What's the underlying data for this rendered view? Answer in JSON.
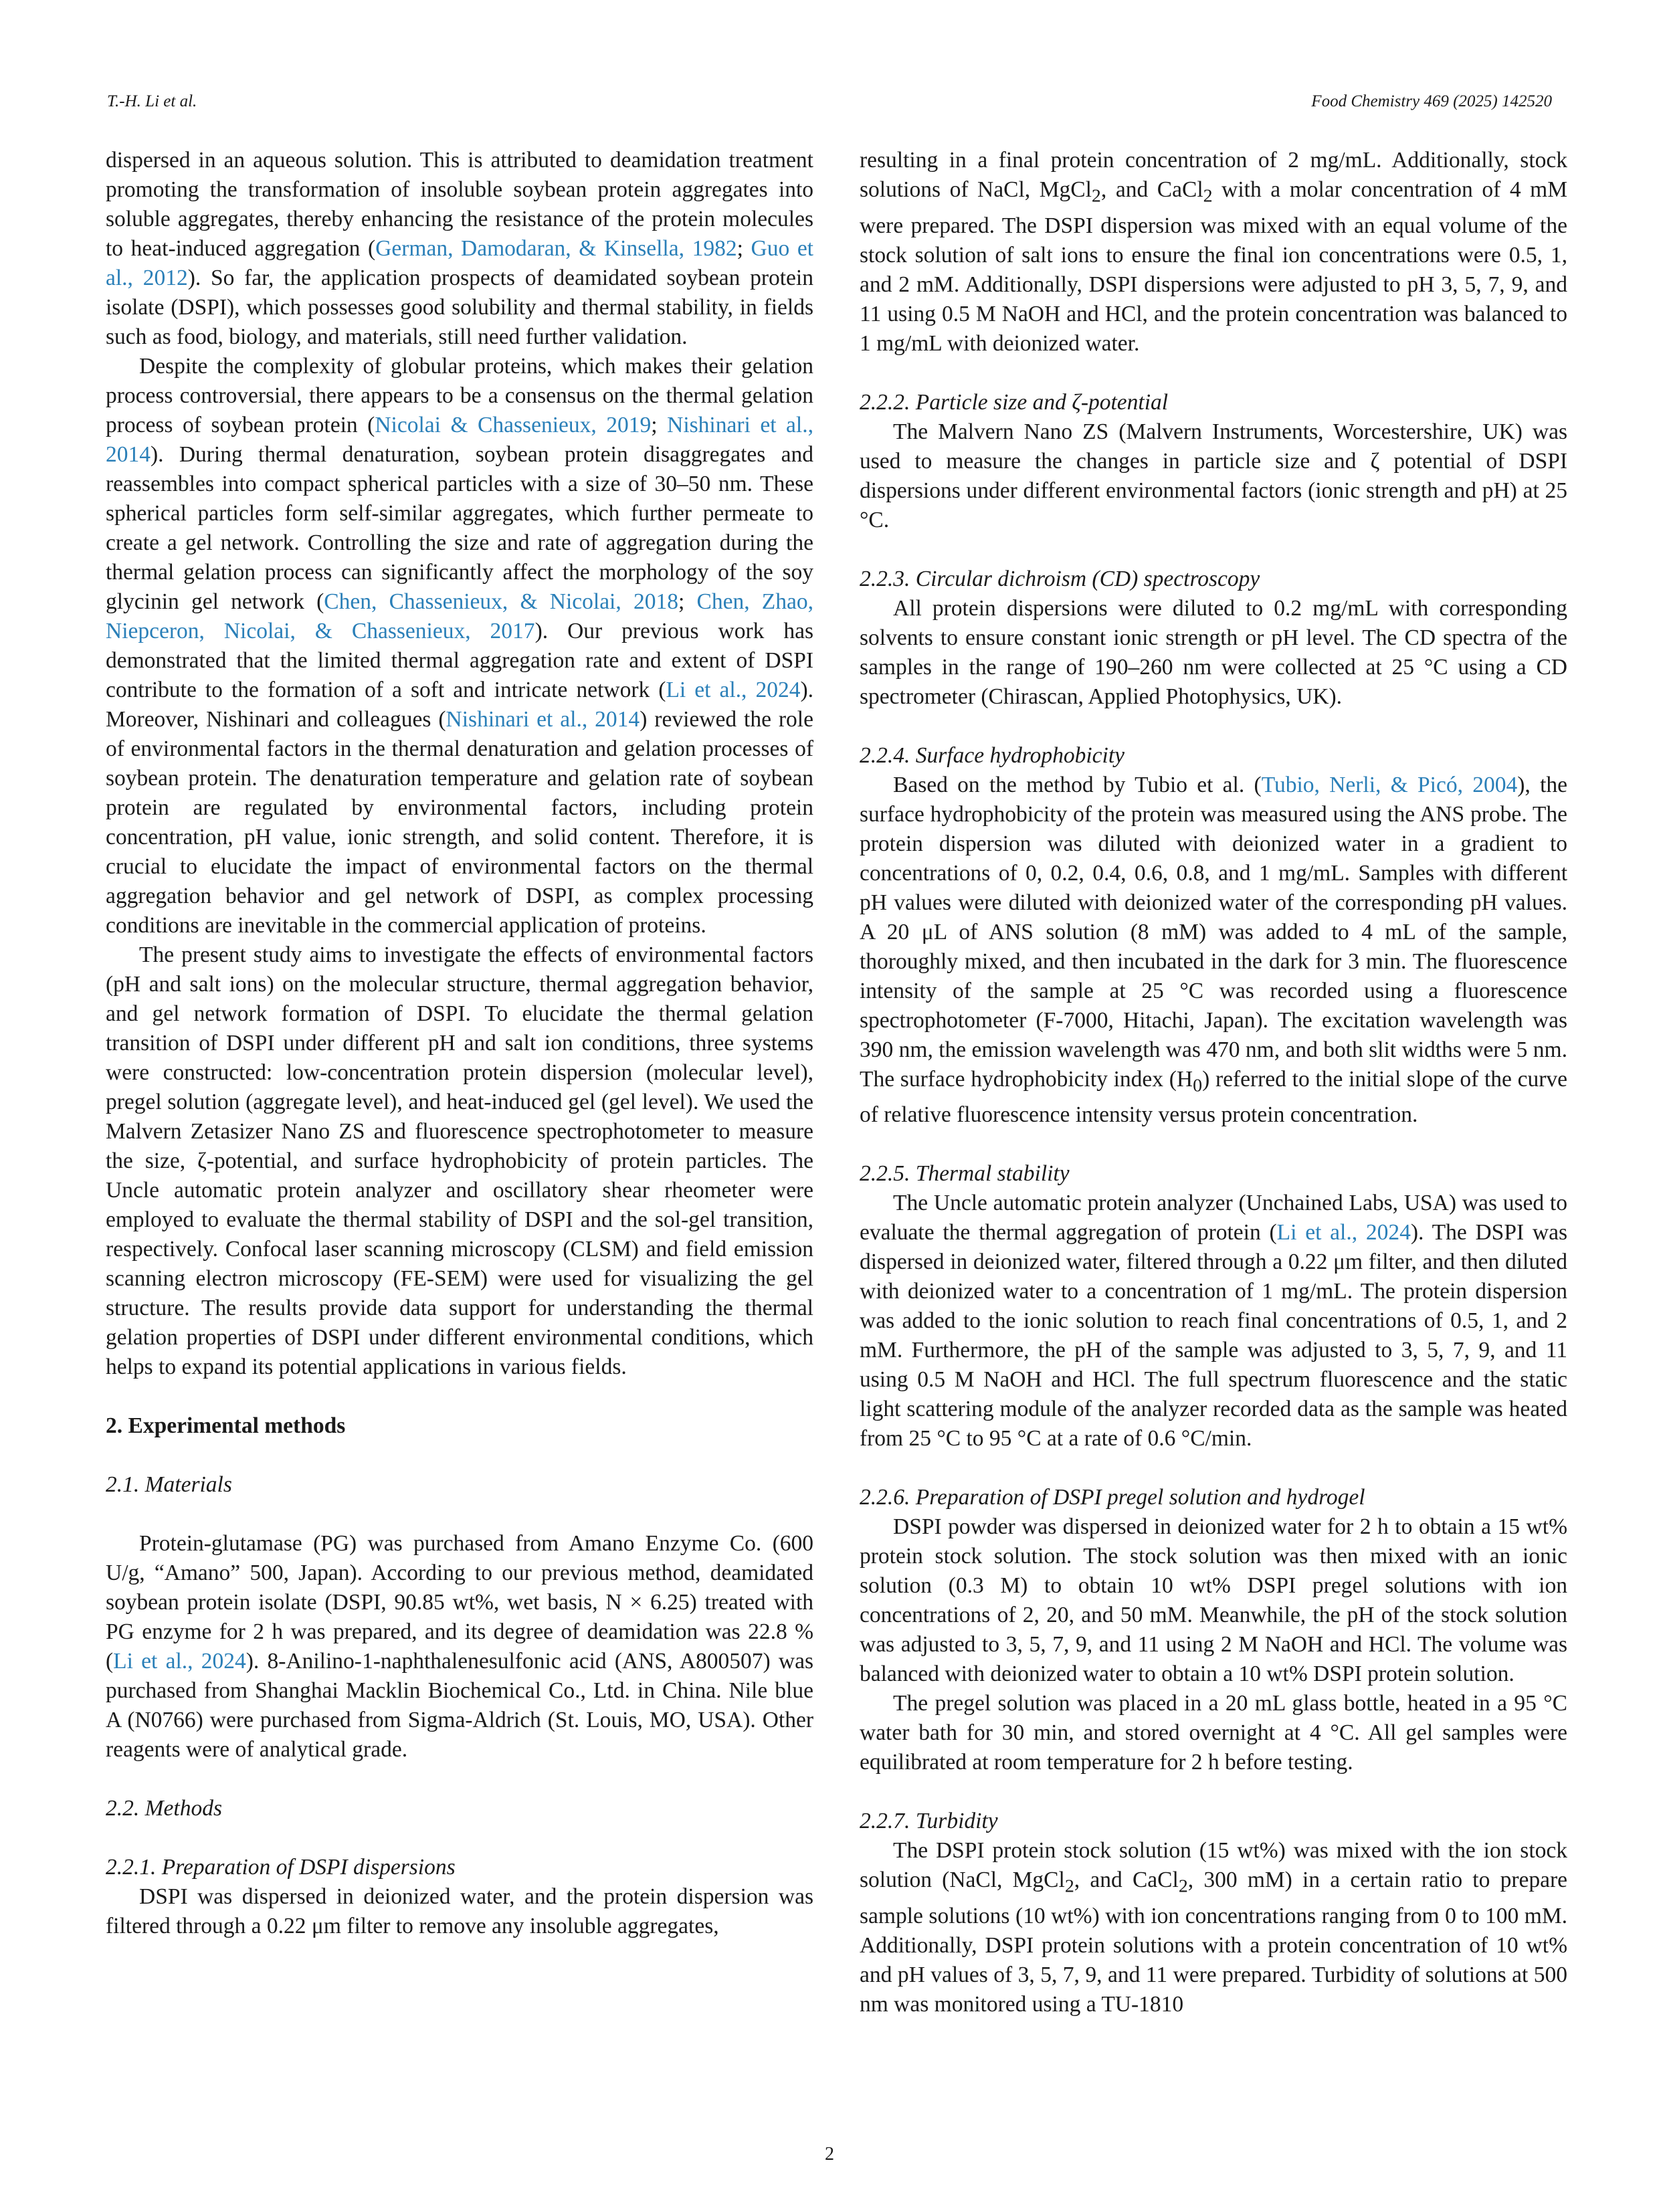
{
  "header": {
    "left": "T.-H. Li et al.",
    "right": "Food Chemistry 469 (2025) 142520"
  },
  "page_number": "2",
  "left": {
    "p1": [
      {
        "t": "dispersed in an aqueous solution. This is attributed to deamidation treatment promoting the transformation of insoluble soybean protein aggregates into soluble aggregates, thereby enhancing the resistance of the protein molecules to heat-induced aggregation ("
      },
      {
        "t": "German, Damodaran, & Kinsella, 1982",
        "l": 1
      },
      {
        "t": "; "
      },
      {
        "t": "Guo et al., 2012",
        "l": 1
      },
      {
        "t": "). So far, the application prospects of deamidated soybean protein isolate (DSPI), which possesses good solubility and thermal stability, in fields such as food, biology, and materials, still need further validation."
      }
    ],
    "p2": [
      {
        "t": "Despite the complexity of globular proteins, which makes their gelation process controversial, there appears to be a consensus on the thermal gelation process of soybean protein ("
      },
      {
        "t": "Nicolai & Chassenieux, 2019",
        "l": 1
      },
      {
        "t": "; "
      },
      {
        "t": "Nishinari et al., 2014",
        "l": 1
      },
      {
        "t": "). During thermal denaturation, soybean protein disaggregates and reassembles into compact spherical particles with a size of 30–50 nm. These spherical particles form self-similar aggregates, which further permeate to create a gel network. Controlling the size and rate of aggregation during the thermal gelation process can significantly affect the morphology of the soy glycinin gel network ("
      },
      {
        "t": "Chen, Chassenieux, & Nicolai, 2018",
        "l": 1
      },
      {
        "t": "; "
      },
      {
        "t": "Chen, Zhao, Niepceron, Nicolai, & Chassenieux, 2017",
        "l": 1
      },
      {
        "t": "). Our previous work has demonstrated that the limited thermal aggregation rate and extent of DSPI contribute to the formation of a soft and intricate network ("
      },
      {
        "t": "Li et al., 2024",
        "l": 1
      },
      {
        "t": "). Moreover, Nishinari and colleagues ("
      },
      {
        "t": "Nishinari et al., 2014",
        "l": 1
      },
      {
        "t": ") reviewed the role of environmental factors in the thermal denaturation and gelation processes of soybean protein. The denaturation temperature and gelation rate of soybean protein are regulated by environmental factors, including protein concentration, pH value, ionic strength, and solid content. Therefore, it is crucial to elucidate the impact of environmental factors on the thermal aggregation behavior and gel network of DSPI, as complex processing conditions are inevitable in the commercial application of proteins."
      }
    ],
    "p3": "The present study aims to investigate the effects of environmental factors (pH and salt ions) on the molecular structure, thermal aggregation behavior, and gel network formation of DSPI. To elucidate the thermal gelation transition of DSPI under different pH and salt ion conditions, three systems were constructed: low-concentration protein dispersion (molecular level), pregel solution (aggregate level), and heat-induced gel (gel level). We used the Malvern Zetasizer Nano ZS and fluorescence spectrophotometer to measure the size, ζ-potential, and surface hydrophobicity of protein particles. The Uncle automatic protein analyzer and oscillatory shear rheometer were employed to evaluate the thermal stability of DSPI and the sol-gel transition, respectively. Confocal laser scanning microscopy (CLSM) and field emission scanning electron microscopy (FE-SEM) were used for visualizing the gel structure. The results provide data support for understanding the thermal gelation properties of DSPI under different environmental conditions, which helps to expand its potential applications in various fields.",
    "h_2": "2.  Experimental methods",
    "h_21": "2.1.  Materials",
    "p4": [
      {
        "t": "Protein-glutamase (PG) was purchased from Amano Enzyme Co. (600 U/g, “Amano” 500, Japan). According to our previous method, deamidated soybean protein isolate (DSPI, 90.85 wt%, wet basis, N × 6.25) treated with PG enzyme for 2 h was prepared, and its degree of deamidation was 22.8 % ("
      },
      {
        "t": "Li et al., 2024",
        "l": 1
      },
      {
        "t": "). 8-Anilino-1-naphthalenesulfonic acid (ANS, A800507) was purchased from Shanghai Macklin Biochemical Co., Ltd. in China. Nile blue A (N0766) were purchased from Sigma-Aldrich (St. Louis, MO, USA). Other reagents were of analytical grade."
      }
    ],
    "h_22": "2.2.  Methods",
    "h_221": "2.2.1.  Preparation of DSPI dispersions",
    "p5": "DSPI was dispersed in deionized water, and the protein dispersion was filtered through a 0.22 μm filter to remove any insoluble aggregates,"
  },
  "right": {
    "p1": [
      {
        "t": "resulting in a final protein concentration of 2 mg/mL. Additionally, stock solutions of NaCl, MgCl"
      },
      {
        "t": "2",
        "s": 1
      },
      {
        "t": ", and CaCl"
      },
      {
        "t": "2",
        "s": 1
      },
      {
        "t": " with a molar concentration of 4 mM were prepared. The DSPI dispersion was mixed with an equal volume of the stock solution of salt ions to ensure the final ion concentrations were 0.5, 1, and 2 mM. Additionally, DSPI dispersions were adjusted to pH 3, 5, 7, 9, and 11 using 0.5 M NaOH and HCl, and the protein concentration was balanced to 1 mg/mL with deionized water."
      }
    ],
    "h_222": "2.2.2.  Particle size and ζ-potential",
    "p2": "The Malvern Nano ZS (Malvern Instruments, Worcestershire, UK) was used to measure the changes in particle size and ζ potential of DSPI dispersions under different environmental factors (ionic strength and pH) at 25 °C.",
    "h_223": "2.2.3.  Circular dichroism (CD) spectroscopy",
    "p3": "All protein dispersions were diluted to 0.2 mg/mL with corresponding solvents to ensure constant ionic strength or pH level. The CD spectra of the samples in the range of 190–260 nm were collected at 25 °C using a CD spectrometer (Chirascan, Applied Photophysics, UK).",
    "h_224": "2.2.4.  Surface hydrophobicity",
    "p4": [
      {
        "t": "Based on the method by Tubio et al. ("
      },
      {
        "t": "Tubio, Nerli, & Picó, 2004",
        "l": 1
      },
      {
        "t": "), the surface hydrophobicity of the protein was measured using the ANS probe. The protein dispersion was diluted with deionized water in a gradient to concentrations of 0, 0.2, 0.4, 0.6, 0.8, and 1 mg/mL. Samples with different pH values were diluted with deionized water of the corresponding pH values. A 20 μL of ANS solution (8 mM) was added to 4 mL of the sample, thoroughly mixed, and then incubated in the dark for 3 min. The fluorescence intensity of the sample at 25 °C was recorded using a fluorescence spectrophotometer (F-7000, Hitachi, Japan). The excitation wavelength was 390 nm, the emission wavelength was 470 nm, and both slit widths were 5 nm. The surface hydrophobicity index (H"
      },
      {
        "t": "0",
        "s": 1
      },
      {
        "t": ") referred to the initial slope of the curve of relative fluorescence intensity versus protein concentration."
      }
    ],
    "h_225": "2.2.5.  Thermal stability",
    "p5": [
      {
        "t": "The Uncle automatic protein analyzer (Unchained Labs, USA) was used to evaluate the thermal aggregation of protein ("
      },
      {
        "t": "Li et al., 2024",
        "l": 1
      },
      {
        "t": "). The DSPI was dispersed in deionized water, filtered through a 0.22 μm filter, and then diluted with deionized water to a concentration of 1 mg/mL. The protein dispersion was added to the ionic solution to reach final concentrations of 0.5, 1, and 2 mM. Furthermore, the pH of the sample was adjusted to 3, 5, 7, 9, and 11 using 0.5 M NaOH and HCl. The full spectrum fluorescence and the static light scattering module of the analyzer recorded data as the sample was heated from 25 °C to 95 °C at a rate of 0.6 °C/min."
      }
    ],
    "h_226": "2.2.6.  Preparation of DSPI pregel solution and hydrogel",
    "p6": "DSPI powder was dispersed in deionized water for 2 h to obtain a 15 wt% protein stock solution. The stock solution was then mixed with an ionic solution (0.3 M) to obtain 10 wt% DSPI pregel solutions with ion concentrations of 2, 20, and 50 mM. Meanwhile, the pH of the stock solution was adjusted to 3, 5, 7, 9, and 11 using 2 M NaOH and HCl. The volume was balanced with deionized water to obtain a 10 wt% DSPI protein solution.",
    "p7": "The pregel solution was placed in a 20 mL glass bottle, heated in a 95 °C water bath for 30 min, and stored overnight at 4 °C. All gel samples were equilibrated at room temperature for 2 h before testing.",
    "h_227": "2.2.7.  Turbidity",
    "p8": [
      {
        "t": "The DSPI protein stock solution (15 wt%) was mixed with the ion stock solution (NaCl, MgCl"
      },
      {
        "t": "2",
        "s": 1
      },
      {
        "t": ", and CaCl"
      },
      {
        "t": "2",
        "s": 1
      },
      {
        "t": ", 300 mM) in a certain ratio to prepare sample solutions (10 wt%) with ion concentrations ranging from 0 to 100 mM. Additionally, DSPI protein solutions with a protein concentration of 10 wt% and pH values of 3, 5, 7, 9, and 11 were prepared. Turbidity of solutions at 500 nm was monitored using a TU-1810"
      }
    ]
  }
}
